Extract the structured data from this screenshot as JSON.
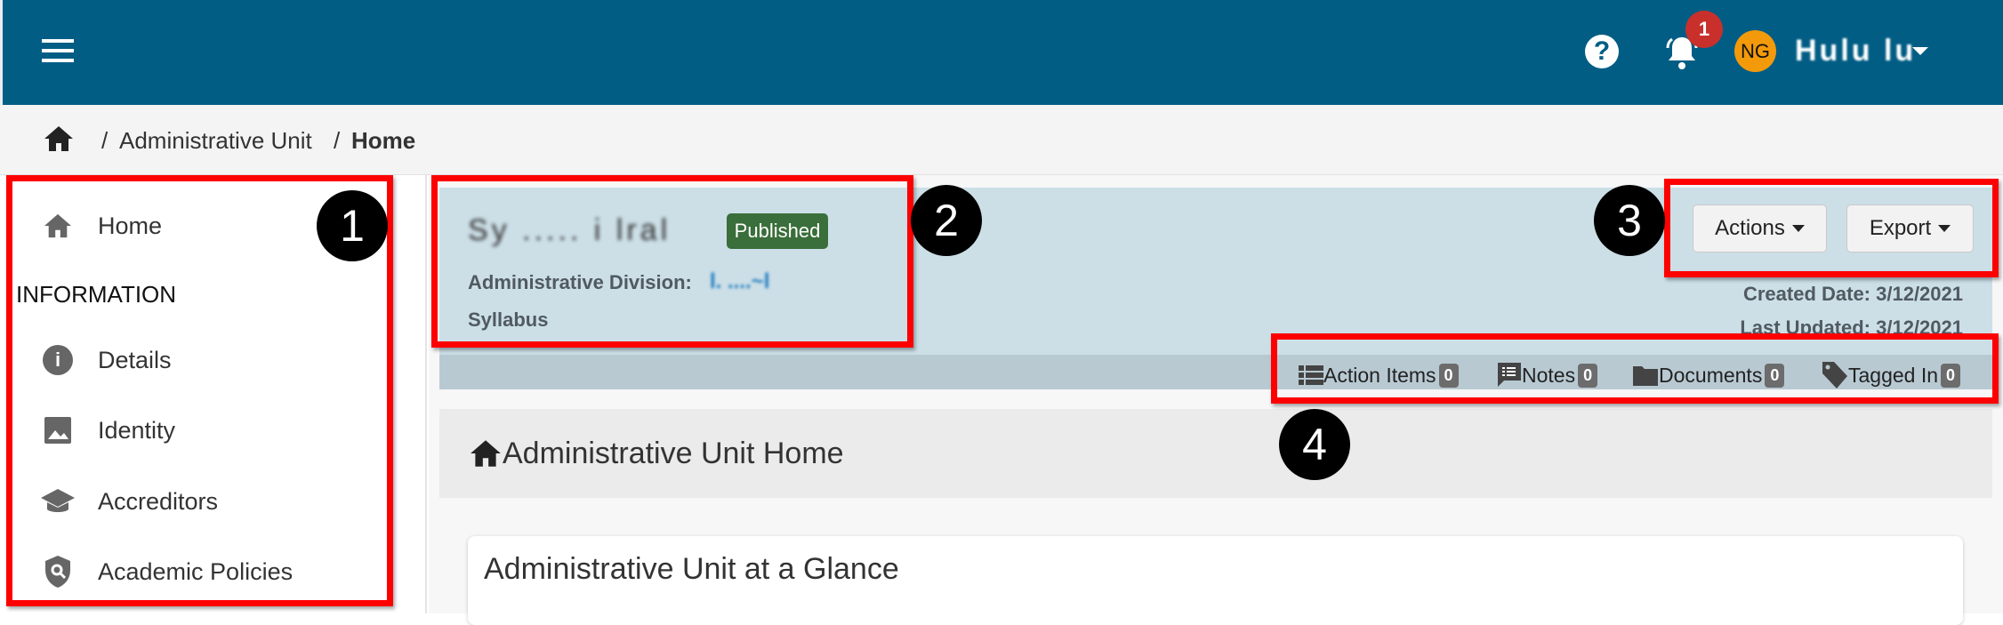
{
  "topbar": {
    "notification_count": "1",
    "avatar_initials": "NG",
    "user_name": "Hulu lu",
    "colors": {
      "bar": "#025d85",
      "badge": "#c9302c",
      "avatar": "#f39a0b"
    }
  },
  "breadcrumb": {
    "items": [
      "Administrative Unit",
      "Home"
    ],
    "separator": "/"
  },
  "sidebar": {
    "home": "Home",
    "section": "INFORMATION",
    "items": [
      "Details",
      "Identity",
      "Accreditors",
      "Academic Policies"
    ]
  },
  "header": {
    "title": "Sy ..... i lral",
    "status": "Published",
    "division_label": "Administrative Division:",
    "division_value": "l. ....~l",
    "type": "Syllabus",
    "actions": "Actions",
    "export": "Export",
    "created": "Created Date: 3/12/2021",
    "updated": "Last Updated: 3/12/2021"
  },
  "tabs": [
    {
      "label": "Action Items",
      "count": "0"
    },
    {
      "label": "Notes",
      "count": "0"
    },
    {
      "label": "Documents",
      "count": "0"
    },
    {
      "label": "Tagged In",
      "count": "0"
    }
  ],
  "section": {
    "title": "Administrative Unit Home"
  },
  "card": {
    "title": "Administrative Unit at a Glance"
  },
  "annotations": [
    "1",
    "2",
    "3",
    "4"
  ]
}
